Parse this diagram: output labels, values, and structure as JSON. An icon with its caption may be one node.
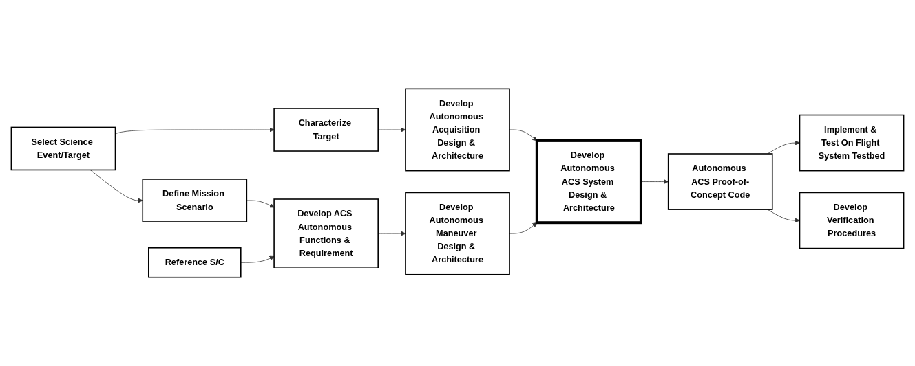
{
  "diagram": {
    "nodes": [
      {
        "text": [
          "Select Science Event/Target"
        ]
      },
      {
        "text": [
          "Characterize Target"
        ]
      },
      {
        "text": [
          "Develop Autonomous Acquisition Design & Architecture"
        ]
      },
      {
        "text": [
          "Develop Autonomous ACS System Design & Architecture"
        ]
      },
      {
        "text": [
          "Autonomous ACS Proof-of-Concept Code"
        ]
      },
      {
        "text": [
          "Implement & Test On Flight System Testbed"
        ]
      },
      {
        "text": [
          "Define Mission Scenario"
        ]
      },
      {
        "text": [
          "Reference S/C"
        ]
      },
      {
        "text": [
          "Develop ACS Autonomous Functions & Requirement"
        ]
      },
      {
        "text": [
          "Develop Autonomous Maneuver Design & Architecture"
        ]
      },
      {
        "text": [
          "Develop Verification Procedures"
        ]
      }
    ],
    "edges": [
      {
        "from": 0,
        "to": 1,
        "arrow": "to"
      },
      {
        "from": 1,
        "to": 2,
        "arrow": "to"
      },
      {
        "from": 2,
        "to": 3,
        "arrow": "to"
      },
      {
        "from": 0,
        "to": 6,
        "arrow": "to"
      },
      {
        "from": 6,
        "to": 8,
        "arrow": "to"
      },
      {
        "from": 7,
        "to": 8,
        "arrow": "to"
      },
      {
        "from": 8,
        "to": 9,
        "arrow": "to"
      },
      {
        "from": 9,
        "to": 3,
        "arrow": "to"
      },
      {
        "from": 3,
        "to": 4,
        "arrow": "to"
      },
      {
        "from": 4,
        "to": 5,
        "arrow": "to"
      },
      {
        "from": 4,
        "to": 10,
        "arrow": "to"
      }
    ]
  }
}
